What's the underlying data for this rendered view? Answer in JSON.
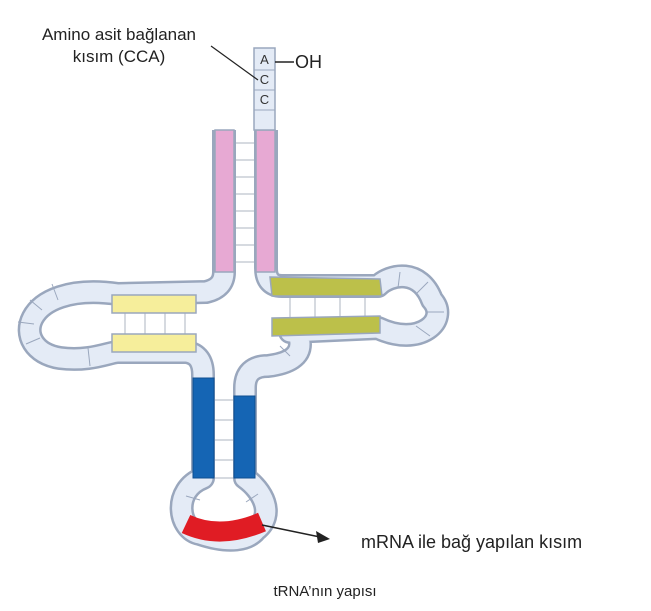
{
  "labels": {
    "acceptor_line1": "Amino asit bağlanan",
    "acceptor_line2": "kısım (CCA)",
    "oh": "OH",
    "nucleotide_a": "A",
    "nucleotide_c1": "C",
    "nucleotide_c2": "C",
    "anticodon": "mRNA ile bağ yapılan kısım",
    "caption": "tRNA’nın yapısı"
  },
  "colors": {
    "outline": "#9aa7bd",
    "backbone": "#e4ebf6",
    "acceptor_stem": "#e7a9d3",
    "d_stem": "#f6ee9b",
    "t_stem": "#bcc04a",
    "anticodon_stem": "#1565b4",
    "anticodon": "#e01c24",
    "rung": "#c9cdd6"
  }
}
